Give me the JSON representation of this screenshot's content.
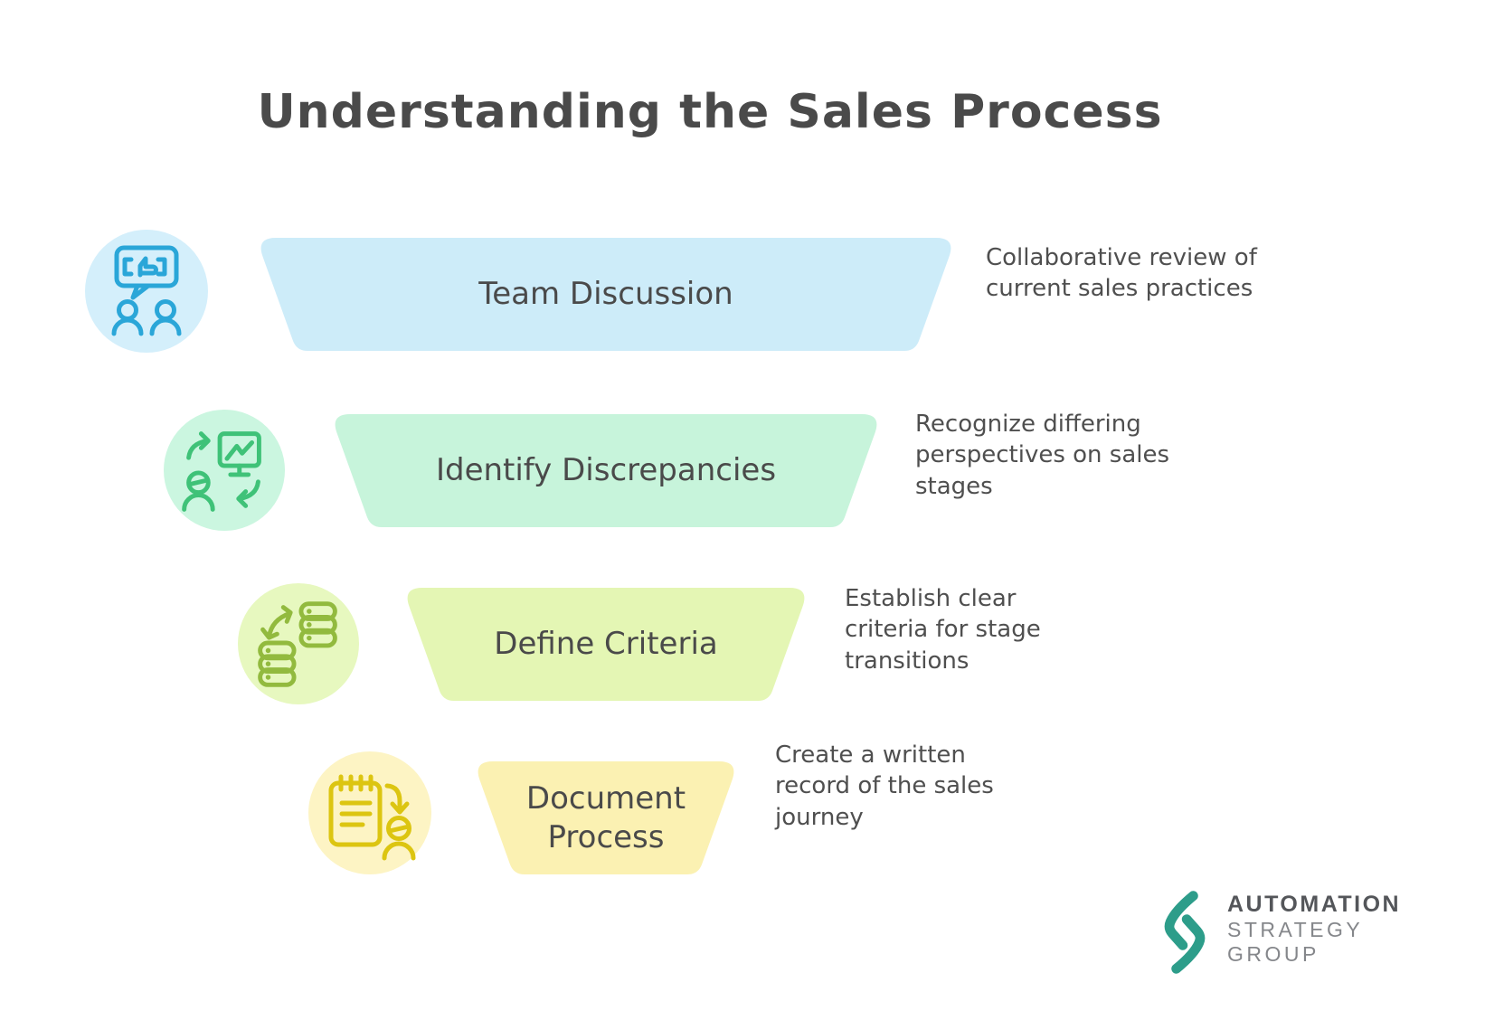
{
  "title": "Understanding the Sales Process",
  "stages": [
    {
      "label": "Team Discussion",
      "description": "Collaborative review of current sales practices",
      "fill": "#cdecf9",
      "icon": "discussion-icon",
      "icon_bg": "#d4effb",
      "icon_stroke": "#2aa6d8"
    },
    {
      "label": "Identify Discrepancies",
      "description": "Recognize differing perspectives on sales stages",
      "fill": "#c7f4db",
      "icon": "exchange-icon",
      "icon_bg": "#cbf6e0",
      "icon_stroke": "#3fc278"
    },
    {
      "label": "Define Criteria",
      "description": "Establish clear criteria for stage transitions",
      "fill": "#e4f6b4",
      "icon": "database-sync-icon",
      "icon_bg": "#e7f8bf",
      "icon_stroke": "#92ba3e"
    },
    {
      "label": "Document Process",
      "description": "Create a written record of the sales journey",
      "fill": "#fbf1b2",
      "icon": "document-handoff-icon",
      "icon_bg": "#fdf4c4",
      "icon_stroke": "#dcc511"
    }
  ],
  "logo": {
    "accent": "#2d9d8a",
    "line1": "AUTOMATION",
    "line2": "STRATEGY",
    "line3": "GROUP"
  }
}
